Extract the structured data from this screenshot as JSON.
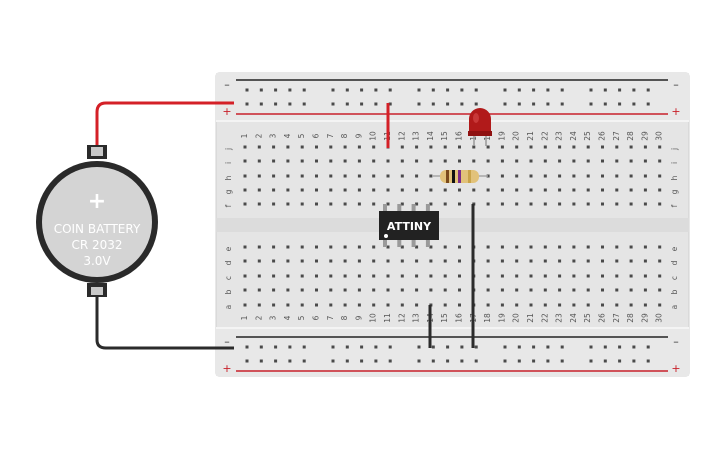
{
  "breadboard": {
    "columns": 30,
    "rows_top": [
      "j",
      "i",
      "h",
      "g",
      "f"
    ],
    "rows_bottom": [
      "e",
      "d",
      "c",
      "b",
      "a"
    ],
    "rail_minus": "–",
    "rail_plus": "+",
    "colors": {
      "board": "#e6e6e6",
      "hole": "#4a4a4a",
      "plus_line": "#c8202a",
      "minus_line": "#222222",
      "label": "#555555"
    }
  },
  "battery": {
    "line1": "COIN BATTERY",
    "line2": "CR 2032",
    "line3": "3.0V",
    "plus_symbol": "+",
    "colors": {
      "body": "#2a2a2a",
      "cell": "#d4d4d4",
      "text": "#ffffff"
    }
  },
  "chip": {
    "label": "ATTINY",
    "color": "#222222"
  },
  "led": {
    "color": "#b11a1a"
  },
  "resistor": {
    "body": "#e2c27a",
    "bands": [
      "#7a4a1c",
      "#111111",
      "#7a2a8a",
      "#c9a44a"
    ]
  },
  "wires": {
    "red": "#d42027",
    "black": "#2b2b2b"
  }
}
